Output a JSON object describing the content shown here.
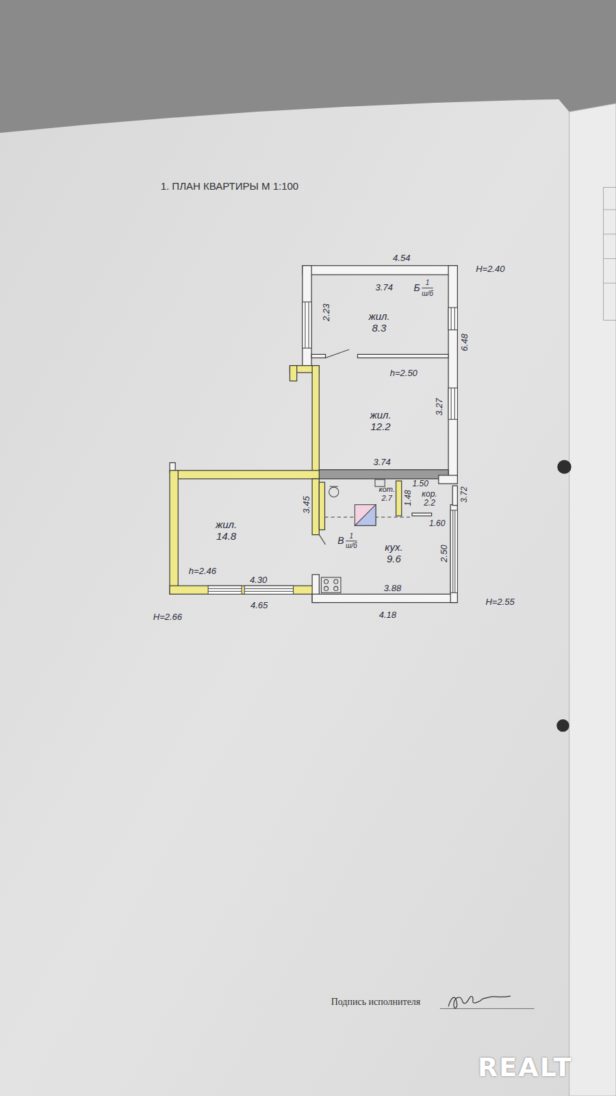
{
  "diagram": {
    "title": "1. ПЛАН КВАРТИРЫ М 1:100",
    "nodes": [
      {
        "text": [
          "жил.",
          "8.3"
        ]
      },
      {
        "text": [
          "жил.",
          "12.2"
        ]
      },
      {
        "text": [
          "жил.",
          "14.8"
        ]
      },
      {
        "text": [
          "кот.",
          "2.7"
        ]
      },
      {
        "text": [
          "кор.",
          "2.2"
        ]
      },
      {
        "text": [
          "кух.",
          "9.6"
        ]
      }
    ],
    "labels": [
      "4.54",
      "H=2.40",
      "3.74",
      "Б",
      "1",
      "ш/б",
      "2.23",
      "6.48",
      "h=2.50",
      "3.27",
      "3.74",
      "1.50",
      "1.48",
      "3.72",
      "1.60",
      "3.45",
      "В",
      "1",
      "ш/б",
      "2.50",
      "h=2.46",
      "4.30",
      "4.65",
      "H=2.66",
      "3.88",
      "4.18",
      "H=2.55",
      "Подпись исполнителя",
      "REALT"
    ]
  }
}
